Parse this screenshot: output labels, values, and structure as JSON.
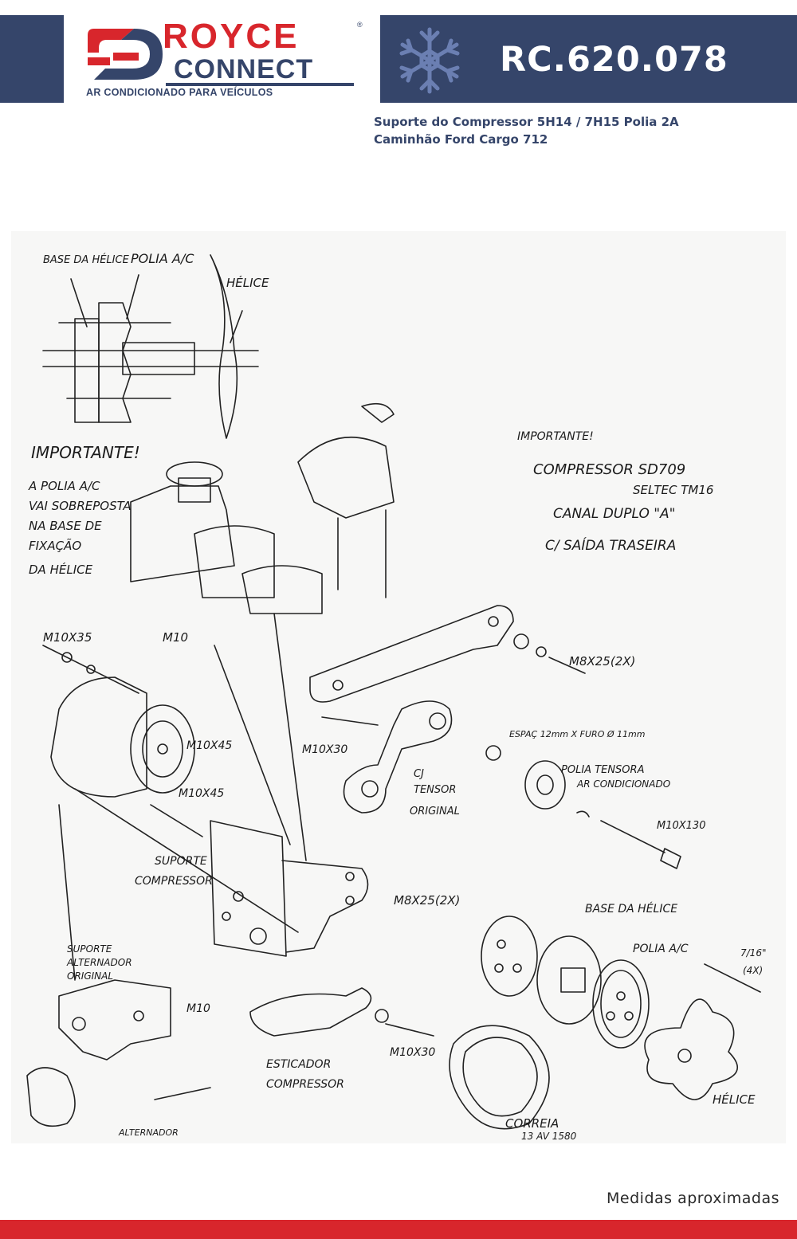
{
  "header": {
    "brand_top": "ROYCE",
    "brand_bottom": "CONNECT",
    "registered_mark": "®",
    "tagline": "AR CONDICIONADO PARA VEÍCULOS",
    "product_code": "RC.620.078",
    "icon": "snowflake-icon"
  },
  "description": {
    "line1": "Suporte do Compressor 5H14 / 7H15 Polia 2A",
    "line2": "Caminhão Ford Cargo 712"
  },
  "drawing_labels": {
    "base_helice_top": "BASE DA HÉLICE",
    "polia_ac_top": "POLIA A/C",
    "helice_top": "HÉLICE",
    "importante_left": "IMPORTANTE!",
    "note_left": [
      "A POLIA A/C",
      "VAI SOBREPOSTA",
      "NA BASE DE",
      "FIXAÇÃO",
      "DA HÉLICE"
    ],
    "importante_right": "IMPORTANTE!",
    "note_right": [
      "COMPRESSOR SD709",
      "SELTEC TM16",
      "CANAL DUPLO \"A\"",
      "C/ SAÍDA TRASEIRA"
    ],
    "m10x35": "M10X35",
    "m10": "M10",
    "m8x25_2x": "M8X25(2X)",
    "m10x30": "M10X30",
    "espacador": "ESPAÇ 12mm X FURO Ø 11mm",
    "m10x45_a": "M10X45",
    "m10x45_b": "M10X45",
    "cj_tensor": [
      "CJ",
      "TENSOR",
      "ORIGINAL"
    ],
    "polia_tensora": [
      "POLIA TENSORA",
      "AR CONDICIONADO"
    ],
    "m10x130": "M10X130",
    "suporte_compressor": [
      "SUPORTE",
      "COMPRESSOR"
    ],
    "m8x25_2x_b": "M8X25(2X)",
    "base_helice_bottom": "BASE DA HÉLICE",
    "suporte_alternador": [
      "SUPORTE",
      "ALTERNADOR",
      "ORIGINAL"
    ],
    "polia_ac_bottom": "POLIA A/C",
    "bolt_716": [
      "7/16\"",
      "(4X)"
    ],
    "m10_b": "M10",
    "m10x30_b": "M10X30",
    "esticador": [
      "ESTICADOR",
      "COMPRESSOR"
    ],
    "correia": [
      "CORREIA",
      "13 AV 1580"
    ],
    "helice_bottom": "HÉLICE",
    "alternador": "ALTERNADOR"
  },
  "footer": {
    "note": "Medidas aproximadas"
  },
  "colors": {
    "navy": "#35456a",
    "red": "#d8262c",
    "snowflake": "#6b7fb2"
  }
}
